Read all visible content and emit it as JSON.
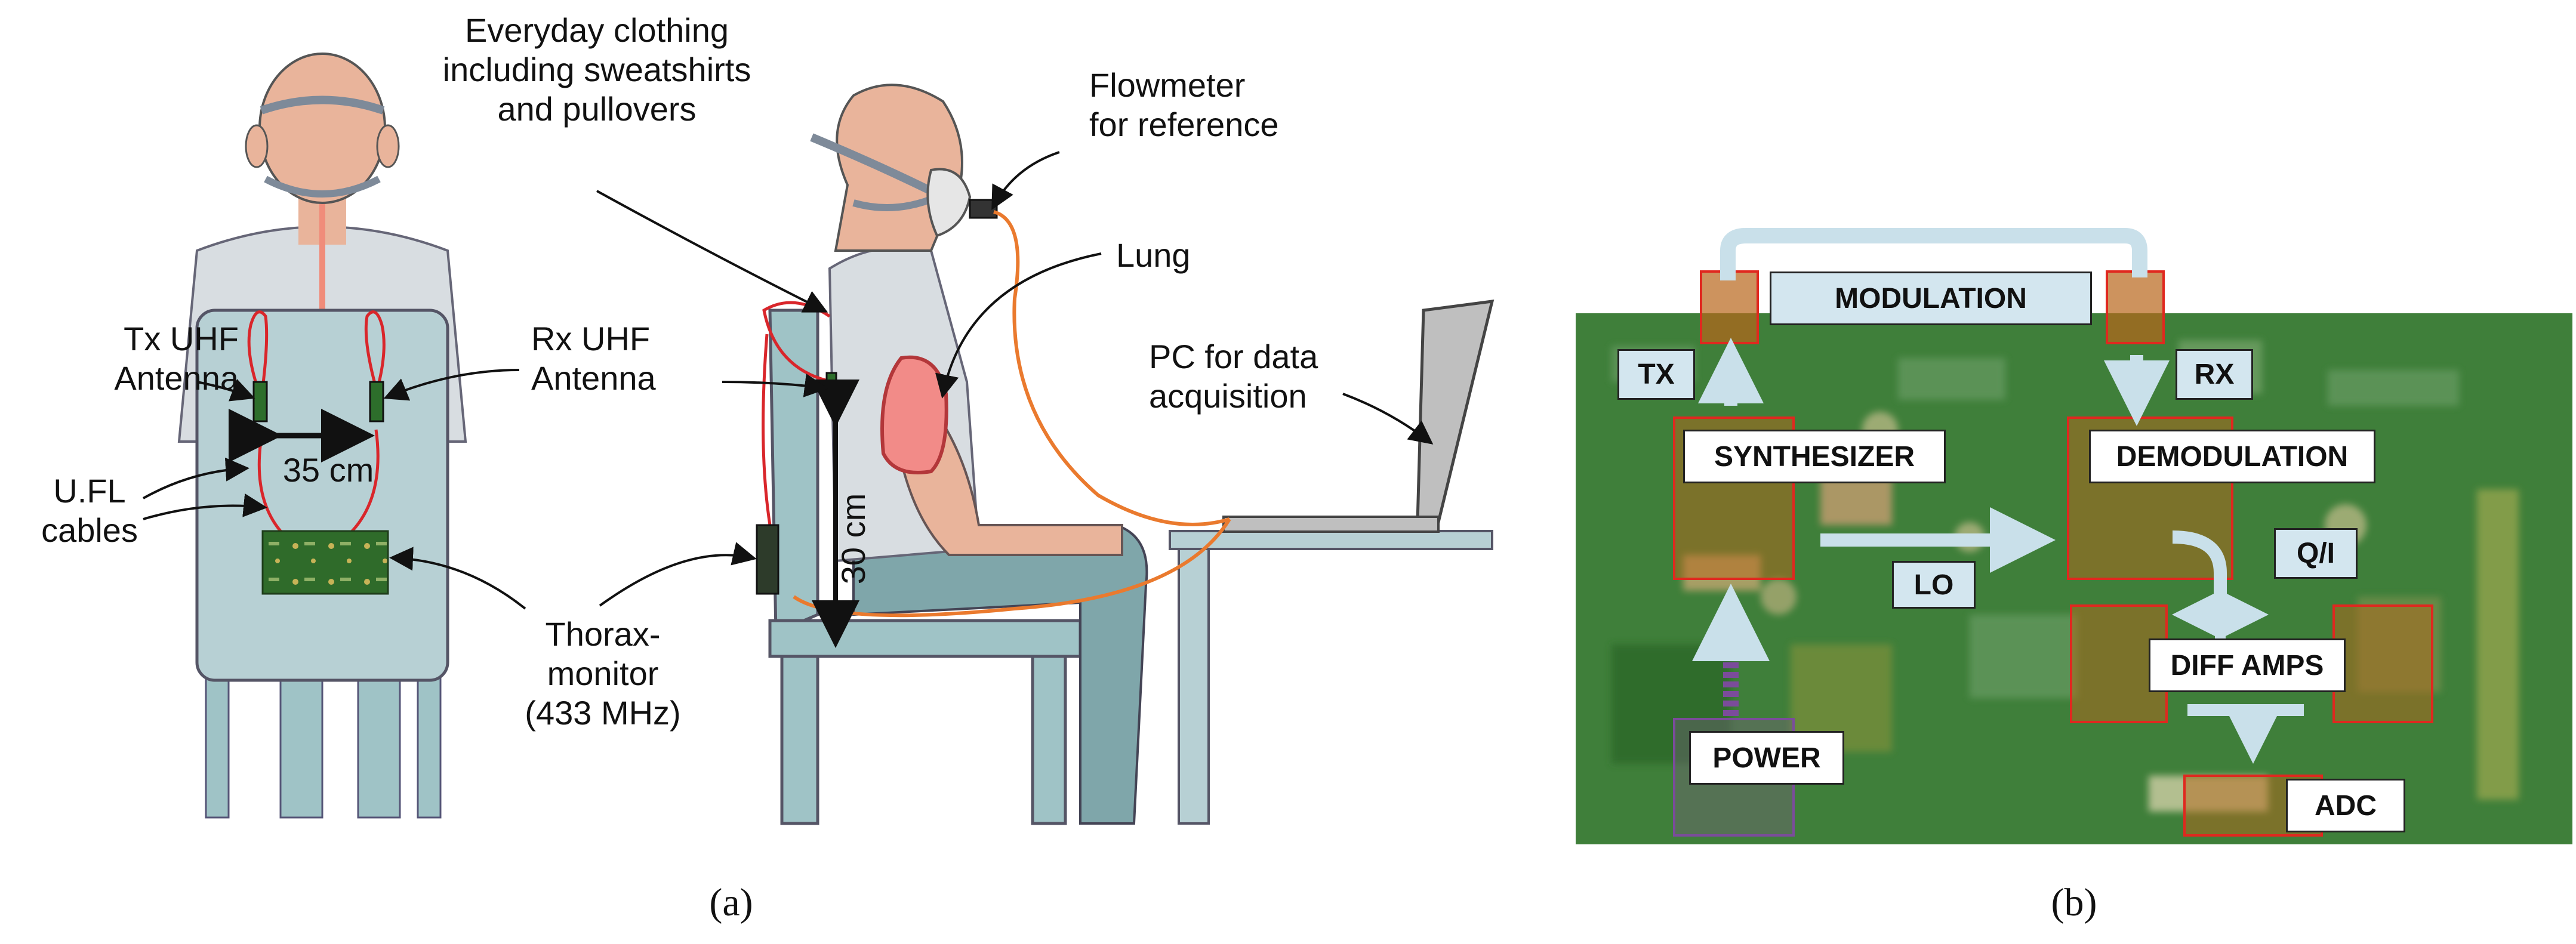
{
  "figure_a": {
    "panel_label": "(a)",
    "tx_antenna": [
      "Tx UHF",
      "Antenna"
    ],
    "rx_antenna": [
      "Rx UHF",
      "Antenna"
    ],
    "ufl_cables": [
      "U.FL",
      "cables"
    ],
    "distance_label": "35 cm",
    "height_label": "30 cm",
    "thorax_monitor": [
      "Thorax-",
      "monitor",
      "(433 MHz)"
    ],
    "clothing": [
      "Everyday clothing",
      "including sweatshirts",
      "and pullovers"
    ],
    "flowmeter": [
      "Flowmeter",
      "for reference"
    ],
    "lung": "Lung",
    "pc": [
      "PC for data",
      "acquisition"
    ]
  },
  "figure_b": {
    "panel_label": "(b)",
    "blocks": {
      "modulation": "MODULATION",
      "tx": "TX",
      "rx": "RX",
      "synthesizer": "SYNTHESIZER",
      "demodulation": "DEMODULATION",
      "lo": "LO",
      "qi": "Q/I",
      "diff_amps": "DIFF AMPS",
      "power": "POWER",
      "adc": "ADC"
    }
  },
  "colors": {
    "cable_red": "#d9262b",
    "tube_orange": "#ea7a2e",
    "chair": "#9fc3c6",
    "skin": "#e9b49b",
    "shirt": "#d8dde1",
    "pcb_green": "#3f7f3a",
    "block_blue": "#d3e6ef",
    "outline_red": "#e0281f"
  }
}
